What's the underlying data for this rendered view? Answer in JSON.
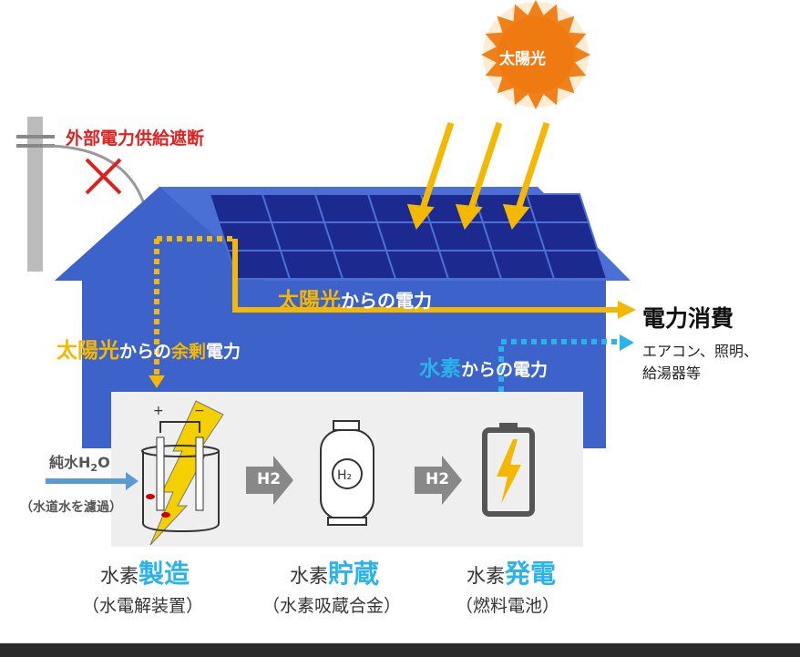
{
  "sun": {
    "label": "太陽光"
  },
  "grid": {
    "label": "外部電力供給遮断"
  },
  "flows": {
    "solar_power": {
      "a": "太陽光",
      "b": "からの電力"
    },
    "surplus": {
      "a": "太陽光",
      "b": "からの",
      "c": "余剰",
      "d": "電力"
    },
    "hydrogen_power": {
      "a": "水素",
      "b": "からの電力"
    }
  },
  "consumption": {
    "title": "電力消費",
    "line1": "エアコン、照明、",
    "line2": "給湯器等"
  },
  "input": {
    "label": "純水H",
    "sub": "2",
    "label_end": "O",
    "note": "（水道水を濾過）"
  },
  "h2_label": "H2",
  "stages": [
    {
      "a": "水素",
      "b": "製造",
      "c": "（水電解装置）"
    },
    {
      "a": "水素",
      "b": "貯蔵",
      "c": "（水素吸蔵合金）"
    },
    {
      "a": "水素",
      "b": "発電",
      "c": "（燃料電池）"
    }
  ],
  "colors": {
    "roof": "#3d62c9",
    "panel": "#1c2a8f",
    "yellow": "#f5b800",
    "cyan": "#2ab3ea",
    "red": "#e02020"
  }
}
